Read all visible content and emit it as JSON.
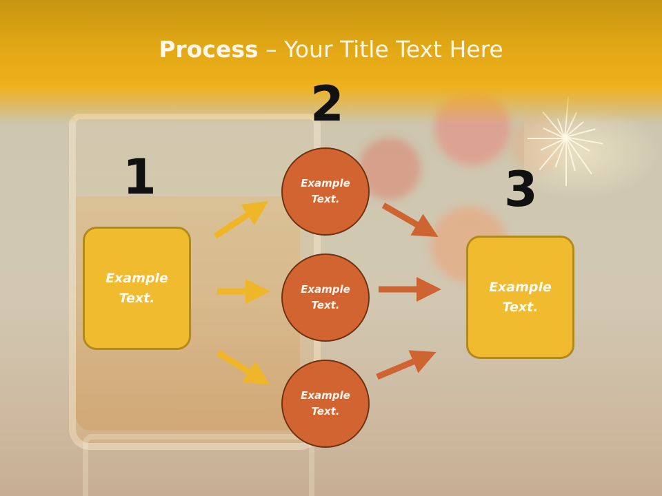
{
  "title": {
    "bold": "Process",
    "rest": " – Your Title Text Here"
  },
  "steps": [
    {
      "number": "1",
      "text": "Example\nText."
    },
    {
      "number": "2",
      "texts": [
        "Example\nText.",
        "Example\nText.",
        "Example\nText."
      ]
    },
    {
      "number": "3",
      "text": "Example\nText."
    }
  ],
  "colors": {
    "header": "#eeb11e",
    "box": "#f1bb30",
    "circle": "#d16431",
    "arrow_yellow": "#f0b62a",
    "arrow_orange": "#cf6433"
  }
}
